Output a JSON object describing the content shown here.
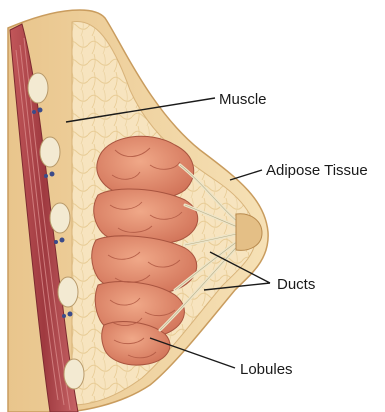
{
  "diagram": {
    "labels": {
      "muscle": "Muscle",
      "adipose": "Adipose Tissue",
      "ducts": "Ducts",
      "lobules": "Lobules"
    },
    "colors": {
      "background": "#ffffff",
      "skin": "#f3d9a8",
      "adipose": "#f6e3bd",
      "muscle": "#b3454a",
      "muscle_light": "#d5777a",
      "lobule": "#e2876a",
      "lobule_dark": "#b85a44",
      "duct": "#e9e2c8",
      "rib": "#f1e9d2"
    }
  }
}
